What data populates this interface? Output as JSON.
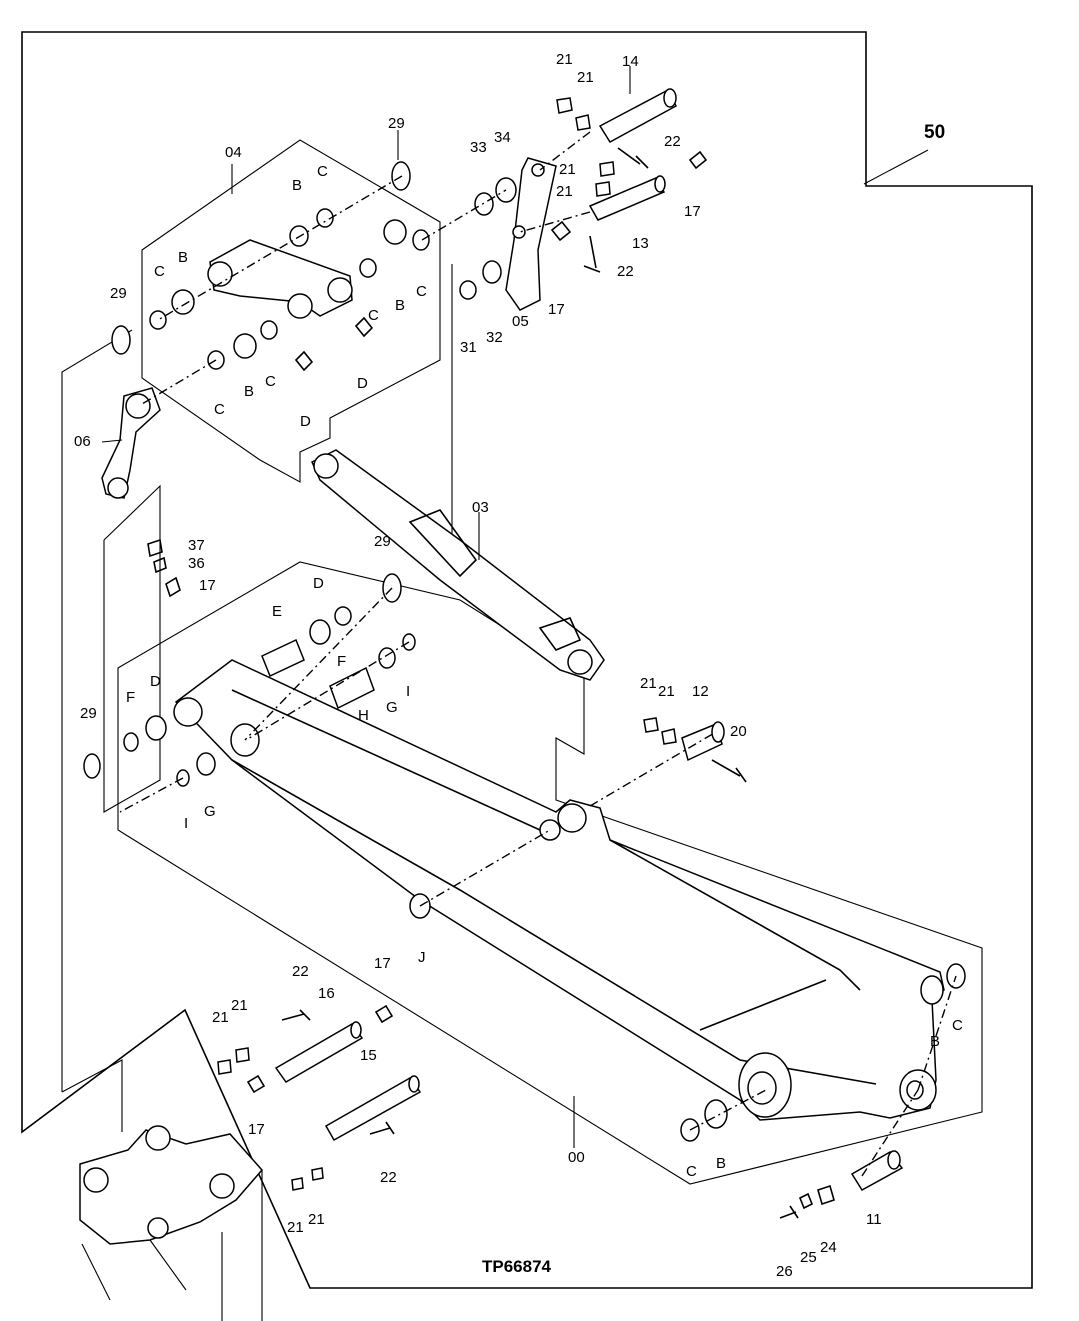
{
  "drawing": {
    "reference": "TP66874",
    "page_number": "50"
  },
  "callouts": {
    "c_00": "00",
    "c_03": "03",
    "c_04": "04",
    "c_05": "05",
    "c_06": "06",
    "c_11": "11",
    "c_12": "12",
    "c_13": "13",
    "c_14": "14",
    "c_15": "15",
    "c_16": "16",
    "c_17a": "17",
    "c_17b": "17",
    "c_17c": "17",
    "c_17d": "17",
    "c_17e": "17",
    "c_20": "20",
    "c_21a": "21",
    "c_21b": "21",
    "c_21c": "21",
    "c_21d": "21",
    "c_21e": "21",
    "c_21f": "21",
    "c_21g": "21",
    "c_21h": "21",
    "c_21i": "21",
    "c_21j": "21",
    "c_22a": "22",
    "c_22b": "22",
    "c_22c": "22",
    "c_22d": "22",
    "c_24": "24",
    "c_25": "25",
    "c_26": "26",
    "c_29a": "29",
    "c_29b": "29",
    "c_29c": "29",
    "c_29d": "29",
    "c_31": "31",
    "c_32": "32",
    "c_33": "33",
    "c_34": "34",
    "c_36": "36",
    "c_37": "37",
    "c_B1": "B",
    "c_B2": "B",
    "c_B3": "B",
    "c_B4": "B",
    "c_B5": "B",
    "c_B6": "B",
    "c_C1": "C",
    "c_C2": "C",
    "c_C3": "C",
    "c_C4": "C",
    "c_C5": "C",
    "c_C6": "C",
    "c_C7": "C",
    "c_C8": "C",
    "c_D1": "D",
    "c_D2": "D",
    "c_D3": "D",
    "c_D4": "D",
    "c_E": "E",
    "c_F1": "F",
    "c_F2": "F",
    "c_G1": "G",
    "c_G2": "G",
    "c_H": "H",
    "c_I1": "I",
    "c_I2": "I",
    "c_J": "J"
  }
}
